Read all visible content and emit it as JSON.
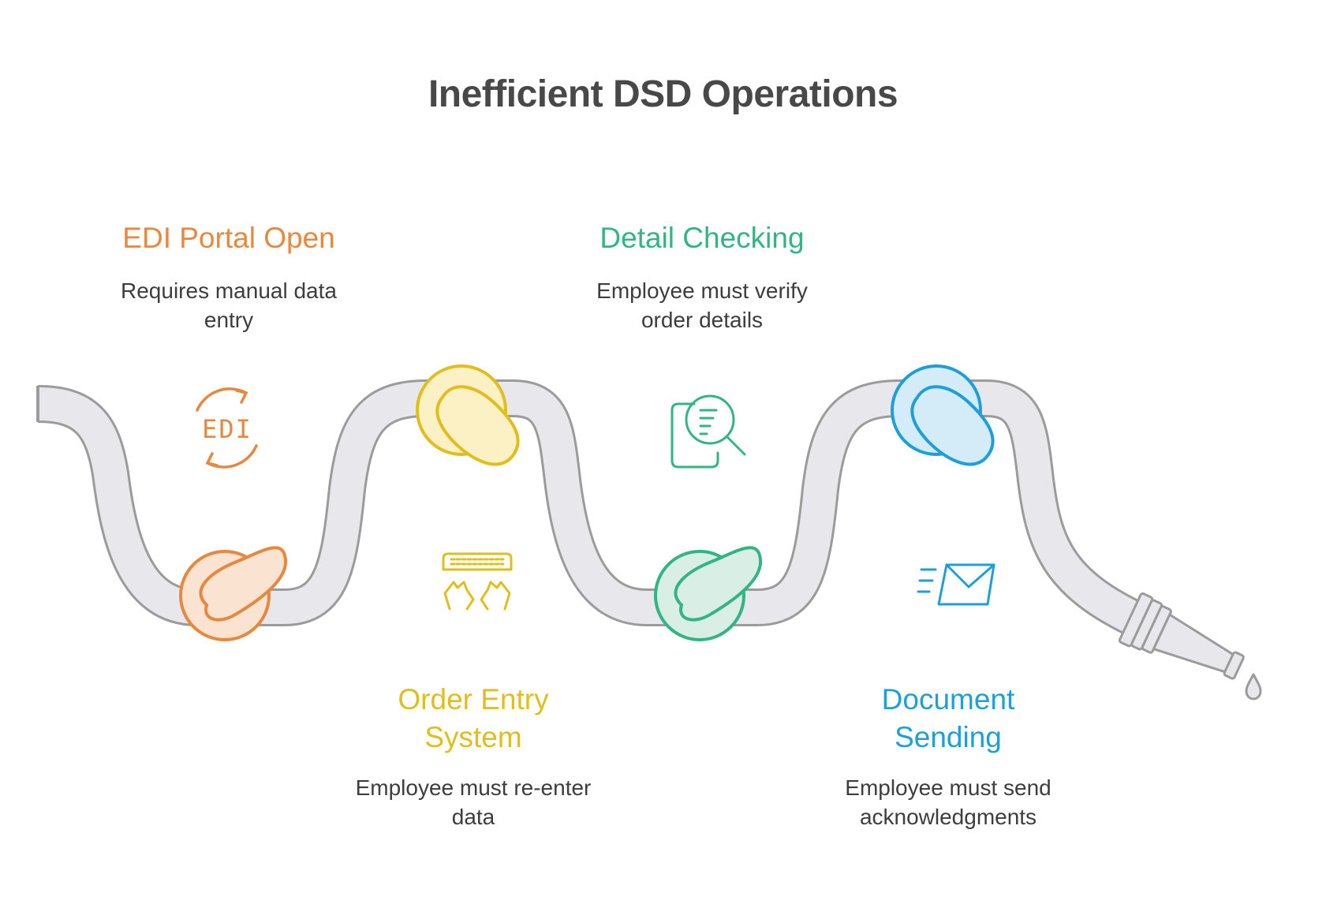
{
  "title": "Inefficient DSD Operations",
  "colors": {
    "hose_fill": "#e8e7eb",
    "hose_stroke": "#9b9b9b",
    "orange": "#e8883e",
    "yellow": "#e1be1e",
    "green": "#33b484",
    "blue": "#1e9fdb",
    "text": "#3d3d3d"
  },
  "steps": [
    {
      "title": "EDI Portal Open",
      "description_lines": [
        "Requires manual data",
        "entry"
      ],
      "icon": "edi-icon",
      "icon_text": "EDI",
      "color": "#e8883e"
    },
    {
      "title_lines": [
        "Order Entry",
        "System"
      ],
      "description_lines": [
        "Employee must re-enter",
        "data"
      ],
      "icon": "keyboard-hands-icon",
      "color": "#e1be1e"
    },
    {
      "title": "Detail Checking",
      "description_lines": [
        "Employee must verify",
        "order details"
      ],
      "icon": "document-search-icon",
      "color": "#33b484"
    },
    {
      "title_lines": [
        "Document",
        "Sending"
      ],
      "description_lines": [
        "Employee must send",
        "acknowledgments"
      ],
      "icon": "envelope-send-icon",
      "color": "#1e9fdb"
    }
  ]
}
